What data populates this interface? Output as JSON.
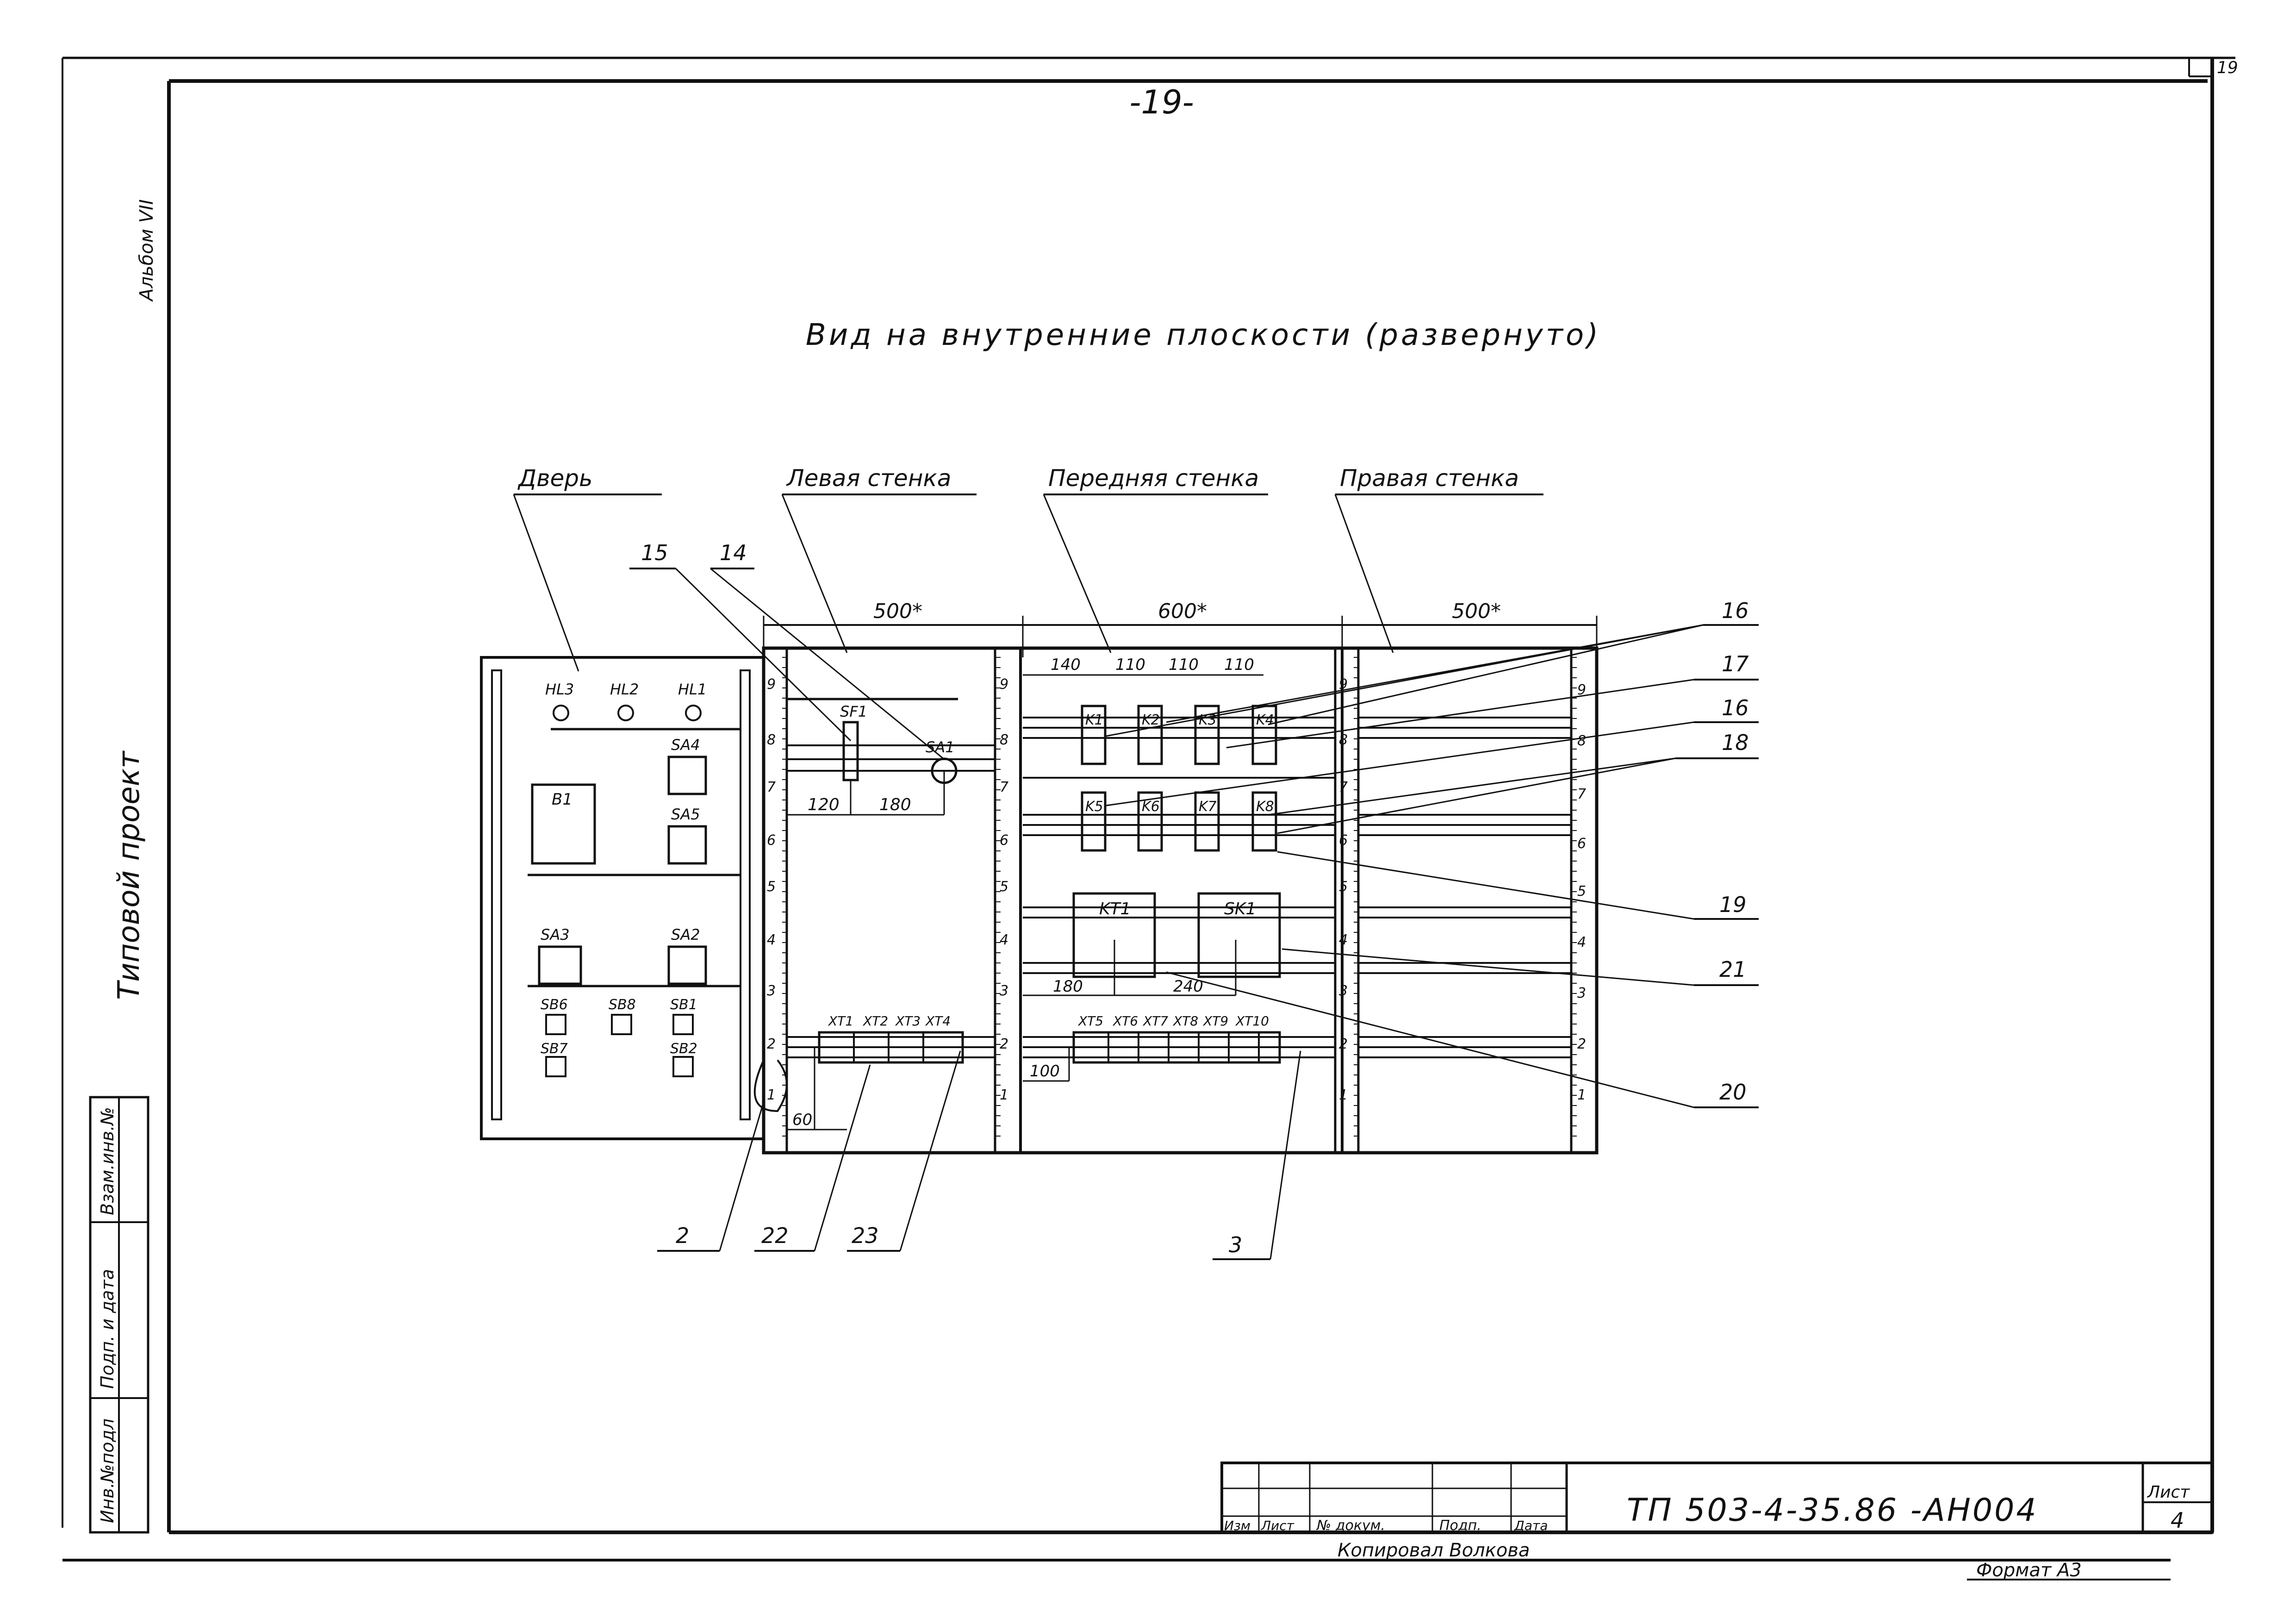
{
  "header": {
    "page_number": "-19-",
    "corner_number": "19",
    "album": "Альбом VII",
    "project_type": "Типовой проект"
  },
  "drawing": {
    "title": "Вид на внутренние плоскости (развернуто)",
    "panel_labels": {
      "door": "Дверь",
      "left_wall": "Левая стенка",
      "front_wall": "Передняя стенка",
      "right_wall": "Правая стенка"
    },
    "wall_widths": [
      "500*",
      "600*",
      "500*"
    ],
    "front_dims_top": [
      "140",
      "110",
      "110",
      "110"
    ],
    "left_dims": [
      "120",
      "180"
    ],
    "bottom_dims": {
      "left_offset": "60",
      "front_offset": "100",
      "front_pair": [
        "180",
        "240"
      ]
    },
    "door_devices": {
      "lamps": [
        "HL3",
        "HL2",
        "HL1"
      ],
      "switches": [
        "SA4",
        "SA5",
        "SA3",
        "SA2",
        "SB6",
        "SB8",
        "SB1",
        "SB7",
        "SB2"
      ],
      "meter": "B1"
    },
    "left_devices": [
      "SF1",
      "SA1"
    ],
    "relays_row1": [
      "K1",
      "K2",
      "K3",
      "K4"
    ],
    "relays_row2": [
      "K5",
      "K6",
      "K7",
      "K8"
    ],
    "blocks": [
      "KT1",
      "SK1"
    ],
    "terminals_left": [
      "XT1",
      "XT2",
      "XT3",
      "XT4"
    ],
    "terminals_front": [
      "XT5",
      "XT6",
      "XT7",
      "XT8",
      "XT9",
      "XT10"
    ],
    "rail_numbers": [
      "9",
      "8",
      "7",
      "6",
      "5",
      "4",
      "3",
      "2",
      "1"
    ],
    "callouts_top": [
      "15",
      "14"
    ],
    "callouts_right": [
      "16",
      "17",
      "16",
      "18",
      "19",
      "21",
      "20"
    ],
    "callouts_bottom": [
      "2",
      "22",
      "23",
      "3"
    ]
  },
  "side_stamp": [
    "Инв.№подл",
    "Подп. и дата",
    "Взам.инв.№"
  ],
  "title_block": {
    "headers": [
      "Изм",
      "Лист",
      "№ докум.",
      "Подп.",
      "Дата"
    ],
    "doc_code": "ТП 503-4-35.86 -АН004",
    "sheet_label": "Лист",
    "sheet_number": "4",
    "copied_by": "Копировал Волкова",
    "format": "Формат А3"
  }
}
